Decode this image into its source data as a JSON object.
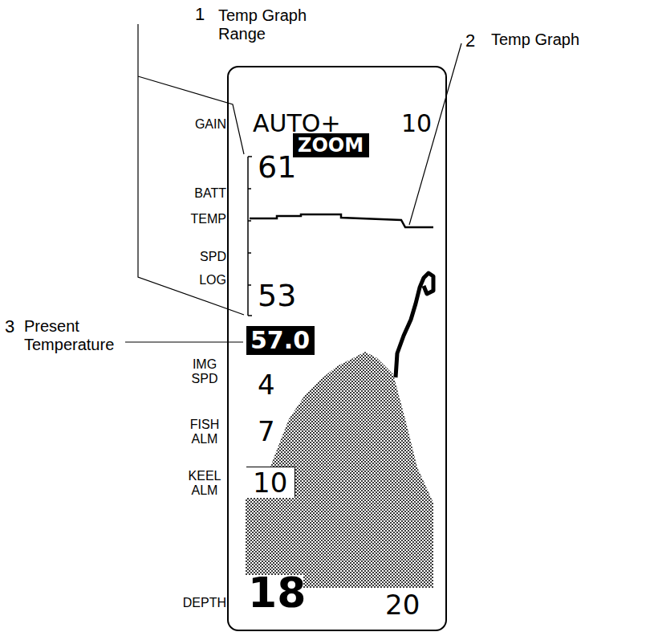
{
  "diagram": {
    "nodes": [
      {
        "text": [
          "AUTO+",
          "10",
          "61",
          "53",
          "4",
          "7",
          "18",
          "20"
        ]
      },
      {
        "text": [
          "ZOOM"
        ],
        "in": 0
      },
      {
        "text": [
          "57.0"
        ],
        "in": 0
      },
      {
        "text": [
          "10"
        ],
        "in": 0
      }
    ],
    "labels": [
      "1",
      "Temp Graph Range",
      "2",
      "Temp Graph",
      "3",
      "Present Temperature",
      "GAIN",
      "BATT",
      "TEMP",
      "SPD",
      "LOG",
      "IMG SPD",
      "FISH ALM",
      "KEEL ALM",
      "DEPTH"
    ]
  }
}
